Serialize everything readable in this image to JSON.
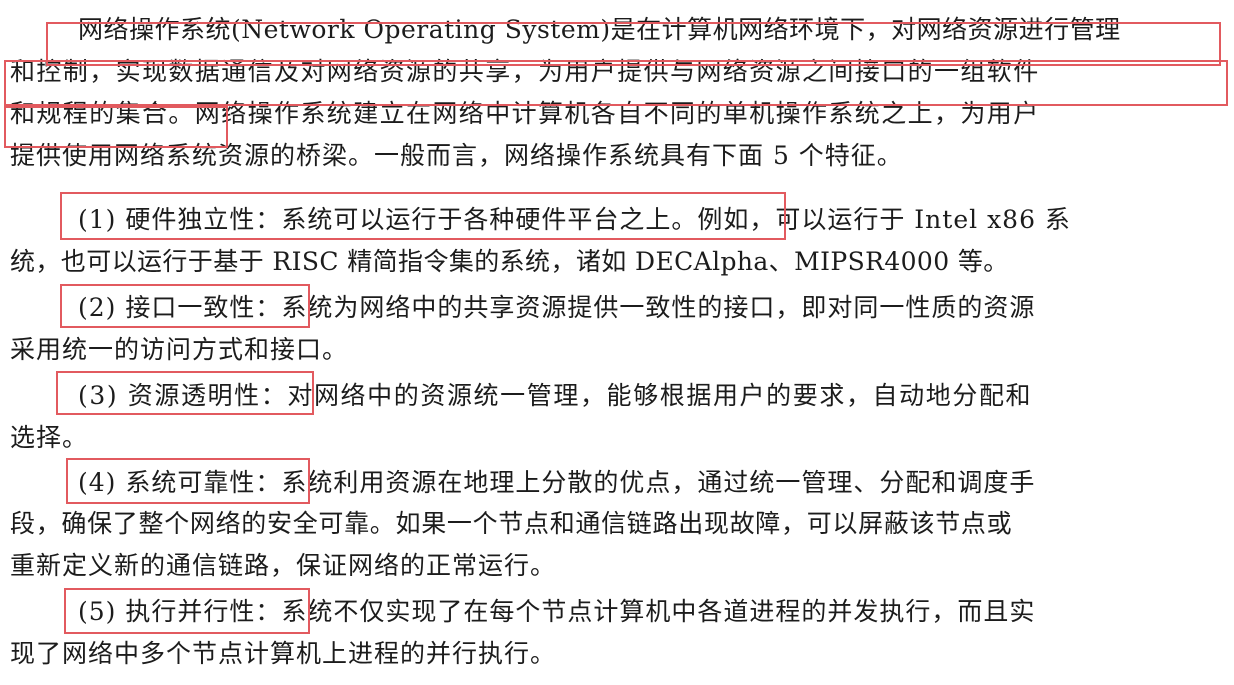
{
  "document": {
    "paragraphs": [
      {
        "id": "intro",
        "lines": [
          "网络操作系统(Network Operating System)是在计算机网络环境下，对网络资源进行管理",
          "和控制，实现数据通信及对网络资源的共享，为用户提供与网络资源之间接口的一组软件",
          "和规程的集合。网络操作系统建立在网络中计算机各自不同的单机操作系统之上，为用户",
          "提供使用网络系统资源的桥梁。一般而言，网络操作系统具有下面 5 个特征。"
        ]
      },
      {
        "id": "feature-1",
        "lines": [
          "(1) 硬件独立性：系统可以运行于各种硬件平台之上。例如，可以运行于 Intel x86 系",
          "统，也可以运行于基于 RISC 精简指令集的系统，诸如 DECAlpha、MIPSR4000 等。"
        ]
      },
      {
        "id": "feature-2",
        "lines": [
          "(2) 接口一致性：系统为网络中的共享资源提供一致性的接口，即对同一性质的资源",
          "采用统一的访问方式和接口。"
        ]
      },
      {
        "id": "feature-3",
        "lines": [
          "(3) 资源透明性：对网络中的资源统一管理，能够根据用户的要求，自动地分配和",
          "选择。"
        ]
      },
      {
        "id": "feature-4",
        "lines": [
          "(4) 系统可靠性：系统利用资源在地理上分散的优点，通过统一管理、分配和调度手",
          "段，确保了整个网络的安全可靠。如果一个节点和通信链路出现故障，可以屏蔽该节点或",
          "重新定义新的通信链路，保证网络的正常运行。"
        ]
      },
      {
        "id": "feature-5",
        "lines": [
          "(5) 执行并行性：系统不仅实现了在每个节点计算机中各道进程的并发执行，而且实",
          "现了网络中多个节点计算机上进程的并行执行。"
        ]
      }
    ],
    "highlight_color": "#e25a5f"
  }
}
